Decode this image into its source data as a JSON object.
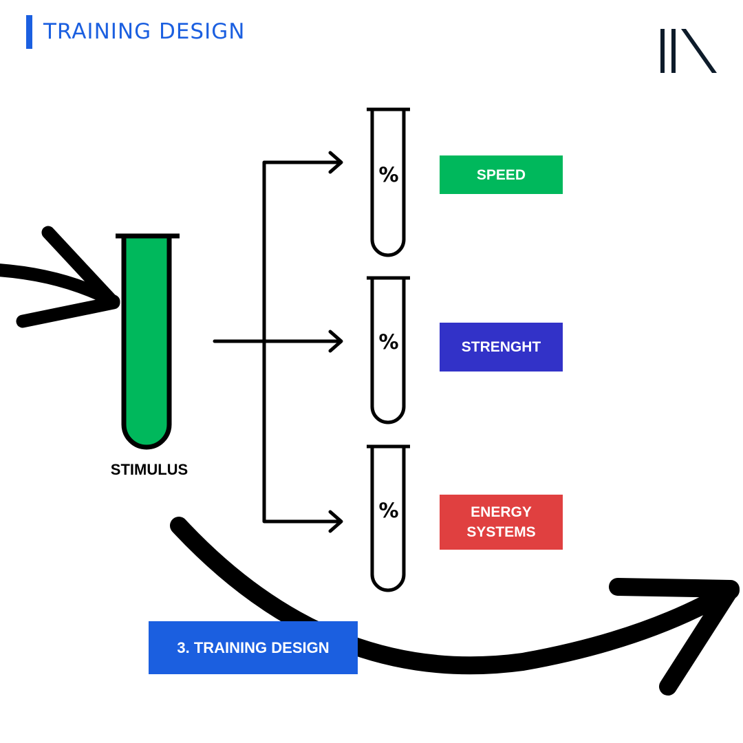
{
  "header": {
    "title": "TRAINING DESIGN",
    "accent_color": "#1b5fe0",
    "logo_icon": "brand-logo-icon"
  },
  "diagram": {
    "stimulus": {
      "label": "STIMULUS",
      "fill_color": "#00b85c"
    },
    "outcomes": [
      {
        "symbol": "%",
        "label": "SPEED",
        "color": "#00b85c"
      },
      {
        "symbol": "%",
        "label": "STRENGHT",
        "color": "#3232c8"
      },
      {
        "symbol": "%",
        "label": "ENERGY\nSYSTEMS",
        "color": "#e04040"
      }
    ],
    "step_label": "3. TRAINING DESIGN",
    "step_color": "#1b5fe0",
    "icons": [
      "curved-arrow-in-icon",
      "curved-arrow-out-icon",
      "branch-arrow-icon",
      "test-tube-icon"
    ]
  }
}
